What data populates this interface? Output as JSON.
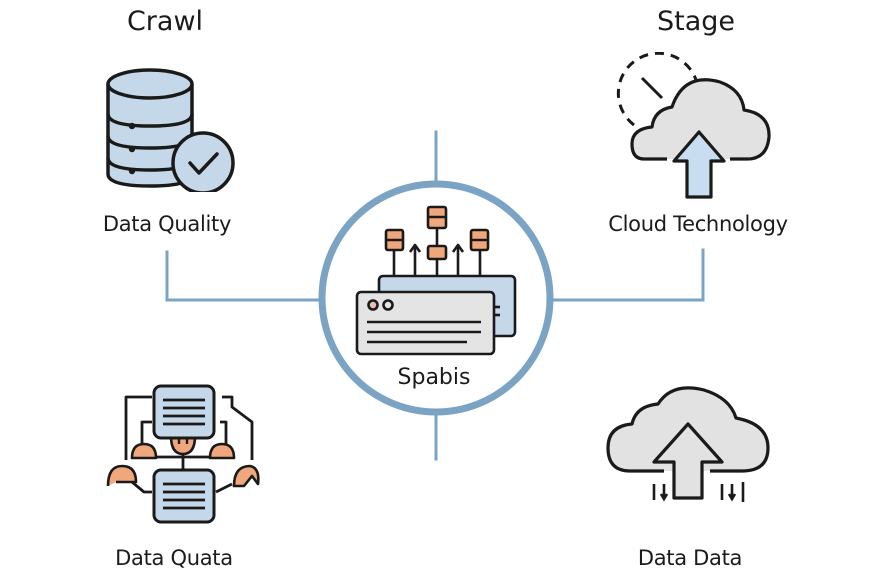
{
  "diagram": {
    "center": {
      "label": "Spabis",
      "icon": "server-hub-icon"
    },
    "headings": {
      "top_left": "Crawl",
      "top_right": "Stage"
    },
    "nodes": [
      {
        "id": "data-quality",
        "label": "Data Quality",
        "icon": "database-check-icon",
        "position": "top-left"
      },
      {
        "id": "cloud-technology",
        "label": "Cloud Technology",
        "icon": "cloud-upload-timer-icon",
        "position": "top-right"
      },
      {
        "id": "data-quata",
        "label": "Data Quata",
        "icon": "document-network-icon",
        "position": "bottom-left"
      },
      {
        "id": "data-data",
        "label": "Data Data",
        "icon": "cloud-transfer-icon",
        "position": "bottom-right"
      }
    ],
    "colors": {
      "accent_blue": "#7aa3c4",
      "icon_fill_blue": "#c5d8ea",
      "icon_fill_orange": "#f0a77c",
      "icon_fill_gray": "#e2e2e2",
      "stroke": "#1a1a1a"
    }
  }
}
